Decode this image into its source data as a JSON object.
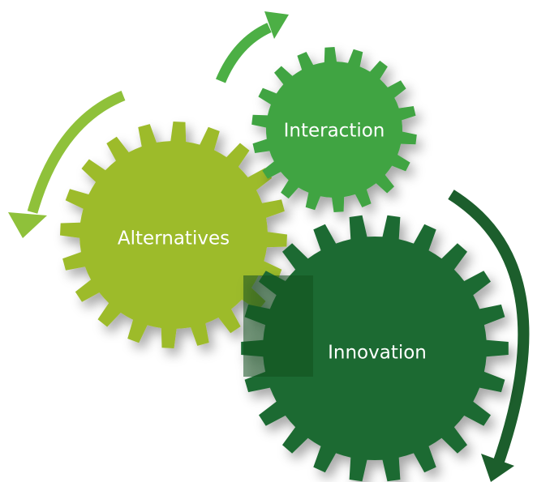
{
  "gears": [
    {
      "id": "alternatives",
      "label": "Alternatives",
      "color": "#9dbb2c",
      "shade": "#7e9a20",
      "highlight": "#b7d24a"
    },
    {
      "id": "interaction",
      "label": "Interaction",
      "color": "#3fa443",
      "shade": "#2f8a34",
      "highlight": "#5fc061"
    },
    {
      "id": "innovation",
      "label": "Innovation",
      "color": "#1b6b30",
      "shade": "#0f4f21",
      "highlight": "#2a7f40"
    }
  ],
  "arrows": [
    {
      "id": "alternatives-arrow",
      "color": "#8fc13a"
    },
    {
      "id": "interaction-arrow",
      "color": "#4caf45"
    },
    {
      "id": "innovation-arrow",
      "color": "#1c5e2c"
    }
  ]
}
